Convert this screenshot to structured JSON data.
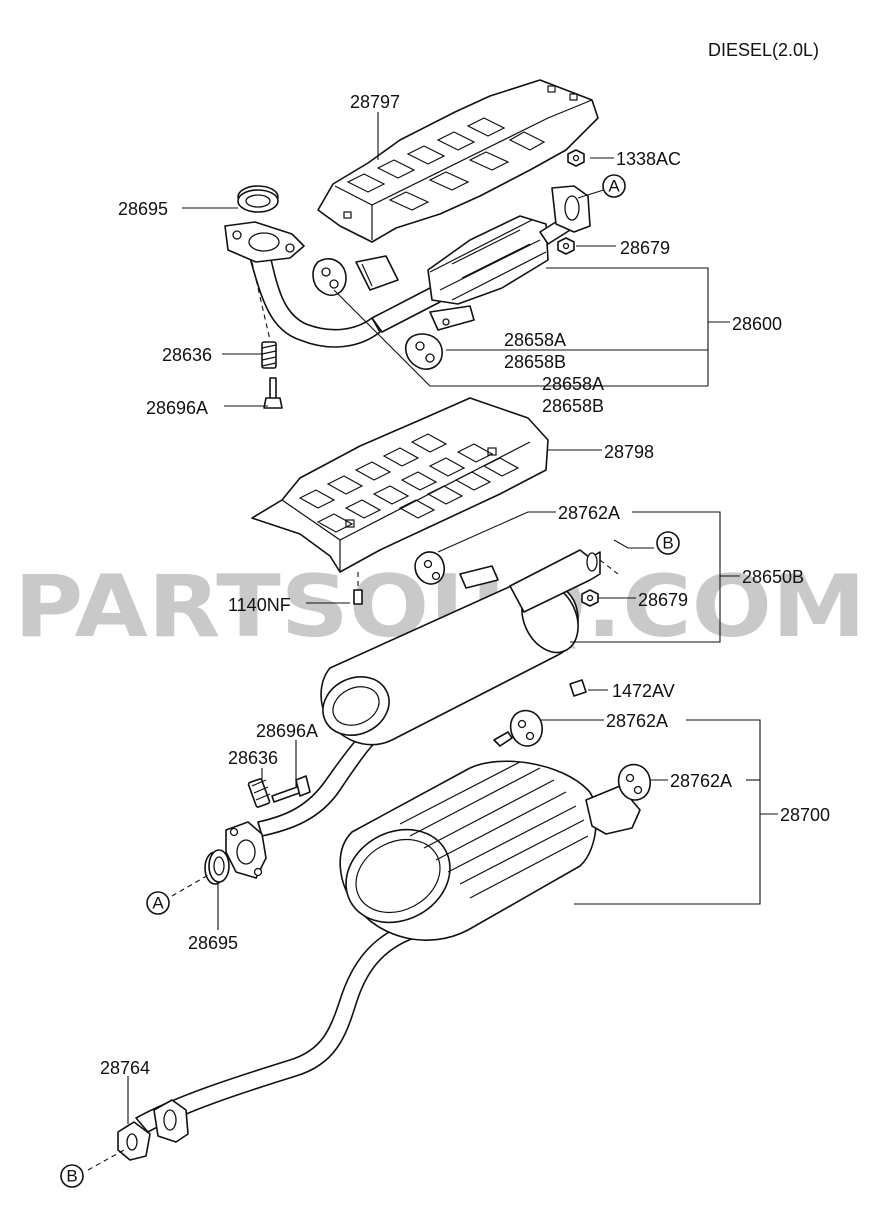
{
  "engine_label": "DIESEL(2.0L)",
  "watermark": "PARTSOUQ.COM",
  "callouts": {
    "a": "A",
    "b": "B"
  },
  "labels": {
    "p28797": "28797",
    "p1338AC": "1338AC",
    "p28695_top": "28695",
    "p28679_top": "28679",
    "p28600": "28600",
    "p28636_top": "28636",
    "p28658A_1": "28658A",
    "p28658B_1": "28658B",
    "p28658A_2": "28658A",
    "p28658B_2": "28658B",
    "p28696A_top": "28696A",
    "p28798": "28798",
    "p28762A_mid": "28762A",
    "p28650B": "28650B",
    "p1140NF": "1140NF",
    "p28679_mid": "28679",
    "p1472AV": "1472AV",
    "p28696A_mid": "28696A",
    "p28762A_r1": "28762A",
    "p28636_mid": "28636",
    "p28762A_r2": "28762A",
    "p28700": "28700",
    "p28695_bottom": "28695",
    "p28764": "28764"
  }
}
